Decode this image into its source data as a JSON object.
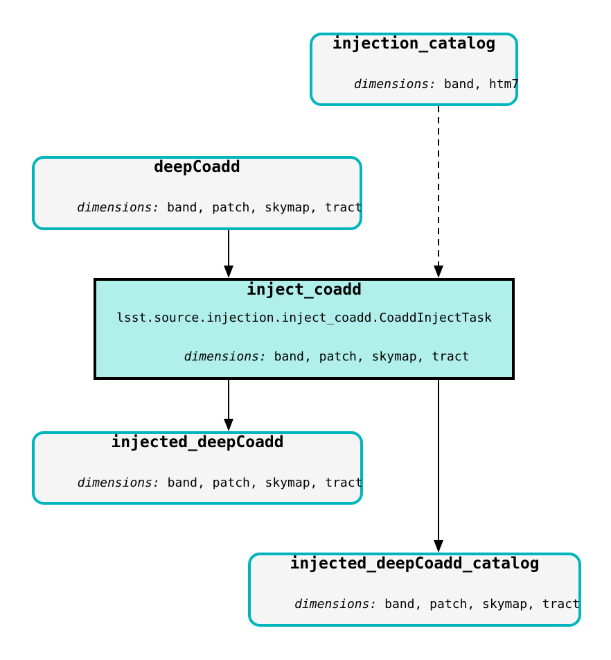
{
  "diagram": {
    "type": "pipeline-graph",
    "colors": {
      "background": "#ffffff",
      "dataset_border": "#00b5bc",
      "dataset_fill": "#f5f5f5",
      "task_border": "#000000",
      "task_fill": "#b0efea",
      "text": "#000000",
      "edge": "#000000"
    },
    "nodes": {
      "injection_catalog": {
        "title": "injection_catalog",
        "dimensions_label": "dimensions:",
        "dimensions": "band, htm7",
        "kind": "dataset"
      },
      "deepCoadd": {
        "title": "deepCoadd",
        "dimensions_label": "dimensions:",
        "dimensions": "band, patch, skymap, tract",
        "kind": "dataset"
      },
      "inject_coadd": {
        "title": "inject_coadd",
        "task_class": "lsst.source.injection.inject_coadd.CoaddInjectTask",
        "dimensions_label": "dimensions:",
        "dimensions": "band, patch, skymap, tract",
        "kind": "task"
      },
      "injected_deepCoadd": {
        "title": "injected_deepCoadd",
        "dimensions_label": "dimensions:",
        "dimensions": "band, patch, skymap, tract",
        "kind": "dataset"
      },
      "injected_deepCoadd_catalog": {
        "title": "injected_deepCoadd_catalog",
        "dimensions_label": "dimensions:",
        "dimensions": "band, patch, skymap, tract",
        "kind": "dataset"
      }
    },
    "edges": [
      {
        "from": "injection_catalog",
        "to": "inject_coadd",
        "style": "dashed"
      },
      {
        "from": "deepCoadd",
        "to": "inject_coadd",
        "style": "solid"
      },
      {
        "from": "inject_coadd",
        "to": "injected_deepCoadd",
        "style": "solid"
      },
      {
        "from": "inject_coadd",
        "to": "injected_deepCoadd_catalog",
        "style": "solid"
      }
    ]
  }
}
